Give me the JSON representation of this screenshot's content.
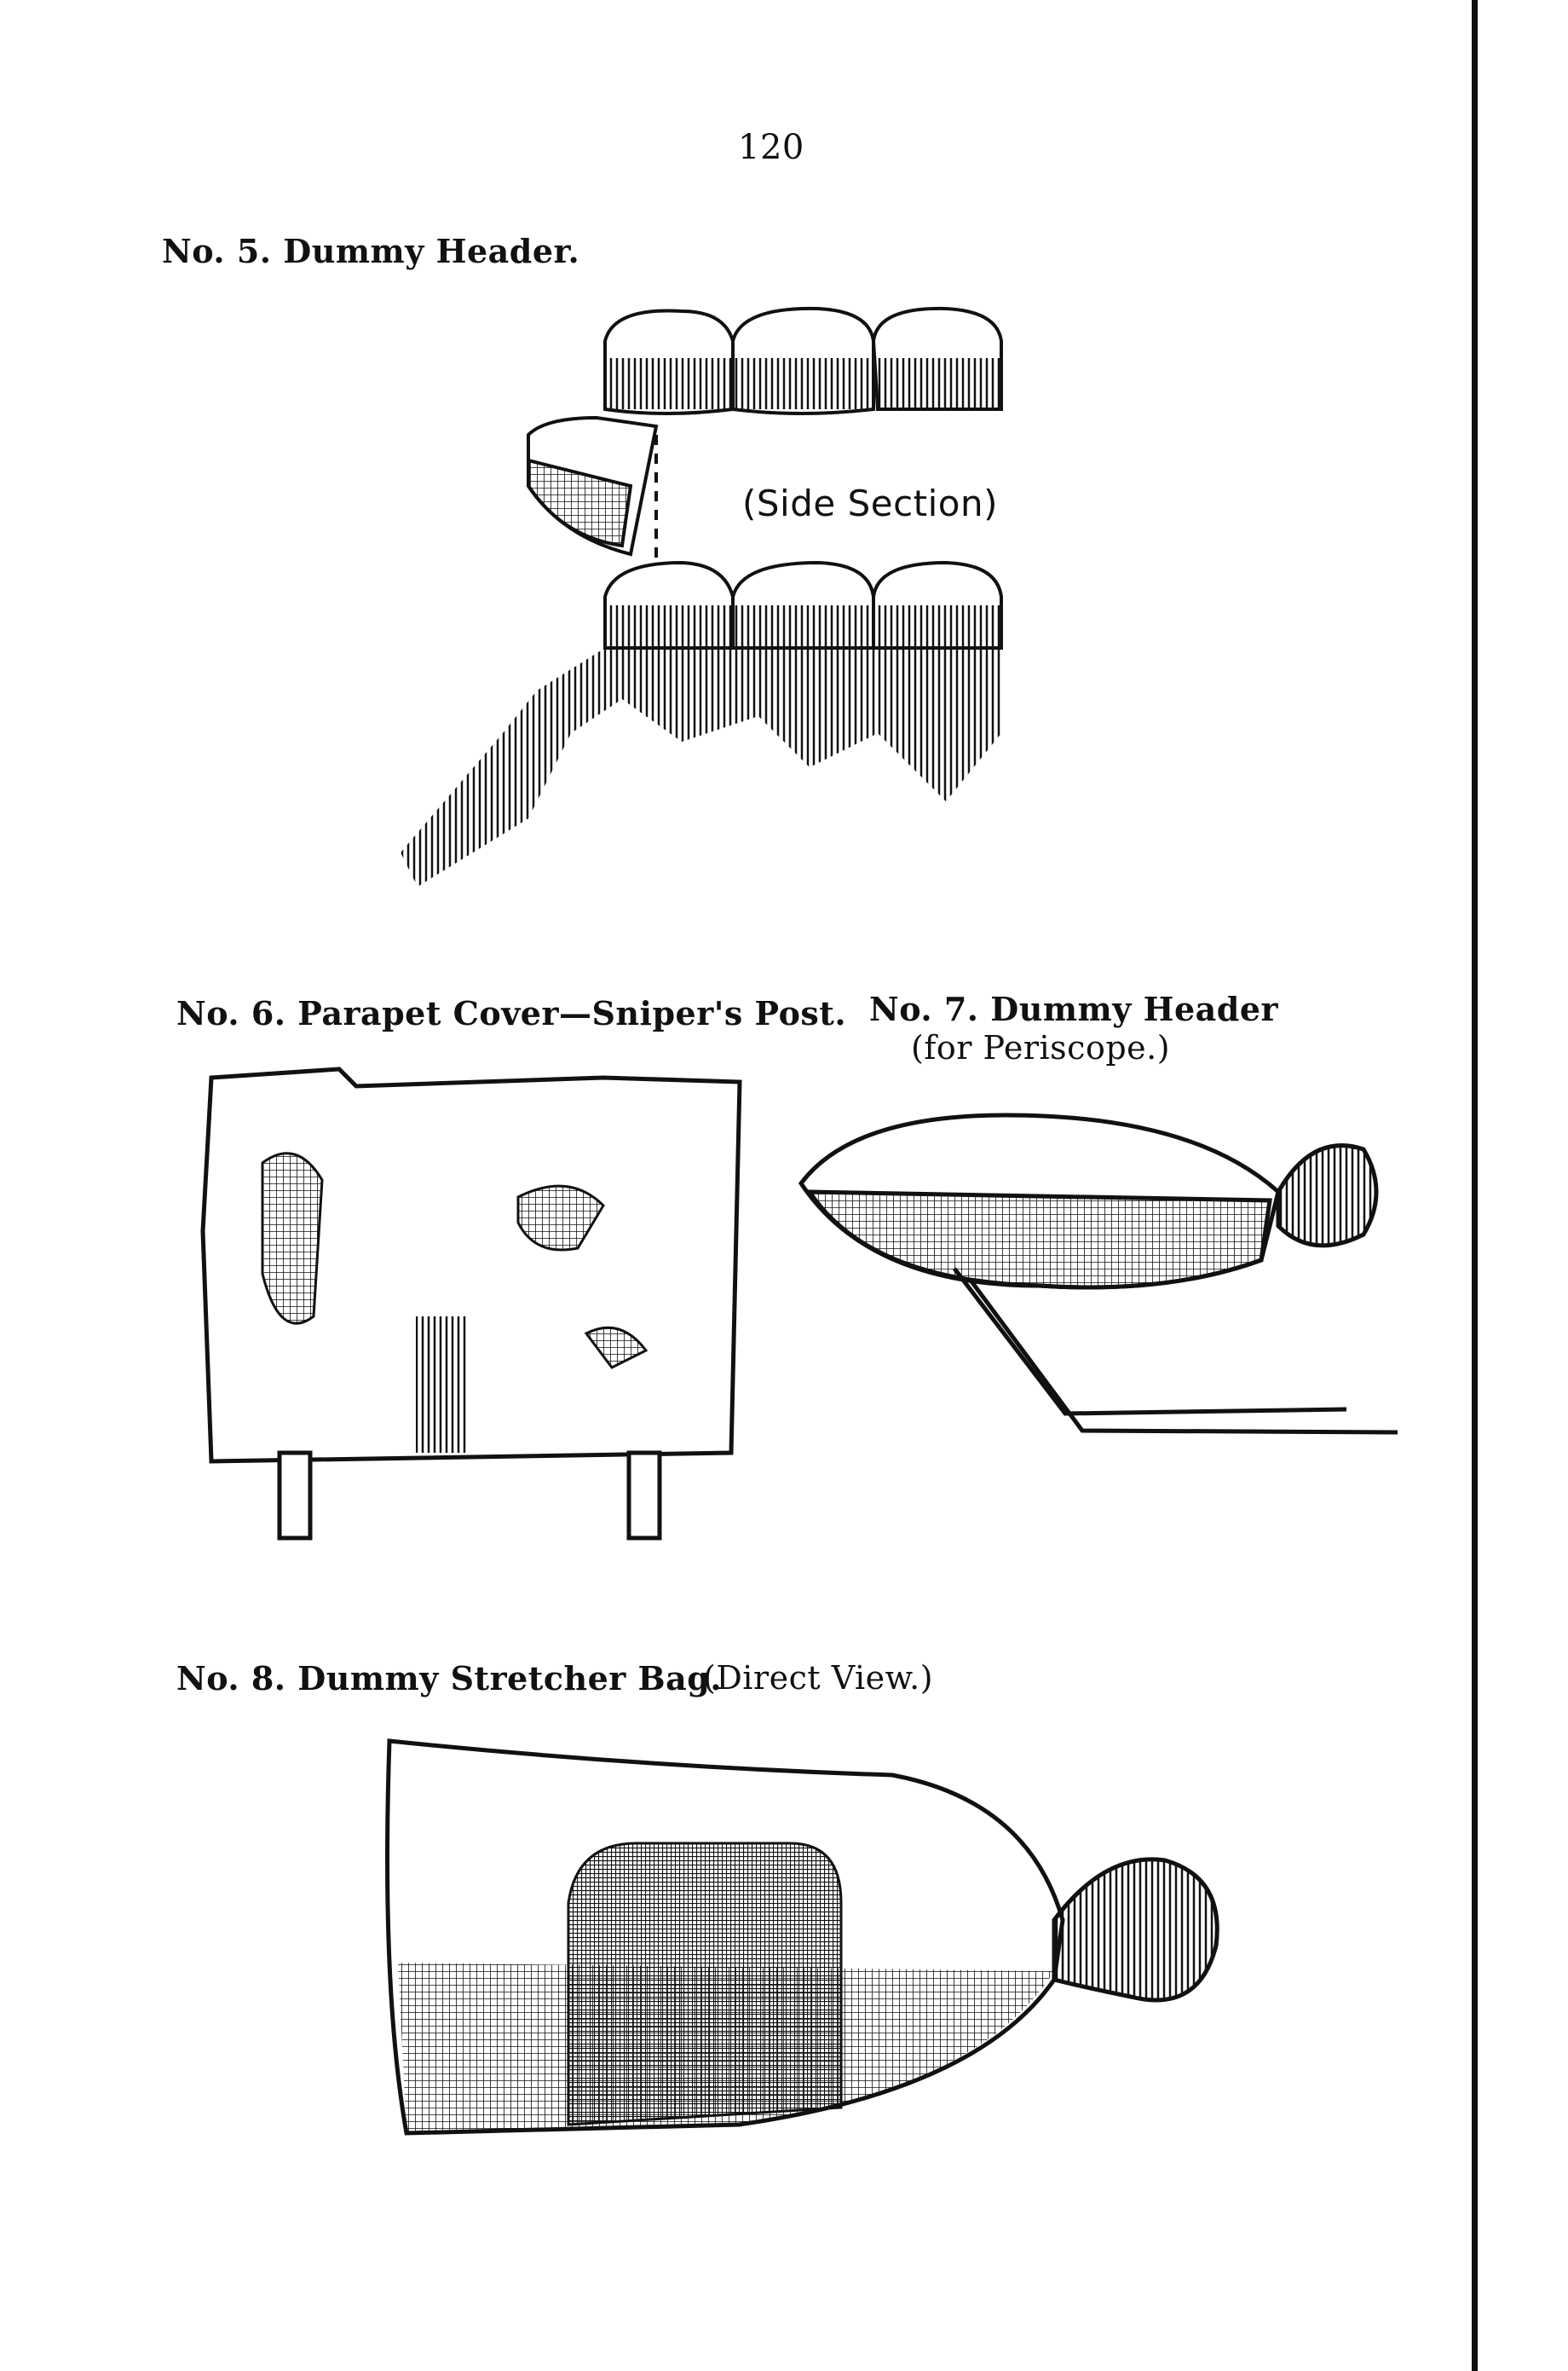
{
  "page_number": "120",
  "figures": [
    {
      "caption": "No. 5. Dummy Header.",
      "label": "(Side Section)",
      "icon": "sandbag-parapet-section-illustration"
    },
    {
      "caption": "No. 6. Parapet Cover—Sniper's Post.",
      "icon": "parapet-cover-board-illustration"
    },
    {
      "caption": "No. 7. Dummy Header",
      "subcaption": "(for Periscope.)",
      "icon": "periscope-sandbag-illustration"
    },
    {
      "caption": "No. 8. Dummy Stretcher Bag.",
      "subcaption": "(Direct View.)",
      "icon": "stretcher-bag-illustration"
    }
  ],
  "colors": {
    "ink": "#111111",
    "paper": "#ffffff"
  }
}
